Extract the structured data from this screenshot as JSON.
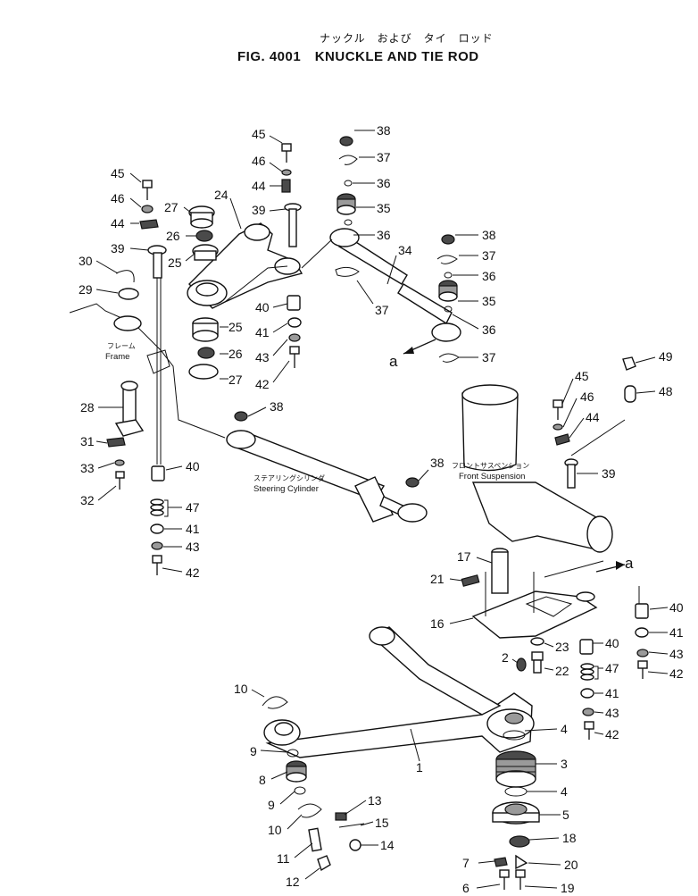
{
  "title": {
    "jp": "ナックル　および　タイ　ロッド",
    "en": "FIG. 4001　KNUCKLE AND TIE ROD"
  },
  "notes": {
    "frame_jp": "フレーム",
    "frame_en": "Frame",
    "cylinder_jp": "ステアリングシリンダ",
    "cylinder_en": "Steering Cylinder",
    "suspension_jp": "フロントサスペンション",
    "suspension_en": "Front Suspension",
    "ref_a": "a"
  },
  "callouts": {
    "n45a": "45",
    "n46a": "46",
    "n44a": "44",
    "n39a": "39",
    "n30": "30",
    "n29": "29",
    "n27a": "27",
    "n26a": "26",
    "n25a": "25",
    "n24": "24",
    "n45b": "45",
    "n46b": "46",
    "n44b": "44",
    "n39b": "39",
    "n40a": "40",
    "n41a": "41",
    "n43a": "43",
    "n42a": "42",
    "n25b": "25",
    "n26b": "26",
    "n27b": "27",
    "n38a": "38",
    "n37a": "37",
    "n36a": "36",
    "n35a": "35",
    "n36b": "36",
    "n34": "34",
    "n37b": "37",
    "n38b": "38",
    "n37c": "37",
    "n36c": "36",
    "n35b": "35",
    "n36d": "36",
    "n37d": "37",
    "n28": "28",
    "n31": "31",
    "n33": "33",
    "n32": "32",
    "n40b": "40",
    "n47a": "47",
    "n41b": "41",
    "n43b": "43",
    "n42b": "42",
    "n38c": "38",
    "n38d": "38",
    "n49": "49",
    "n48": "48",
    "n45c": "45",
    "n46c": "46",
    "n44c": "44",
    "n39c": "39",
    "n17": "17",
    "n21": "21",
    "n16": "16",
    "n23": "23",
    "n2": "2",
    "n22": "22",
    "n40c": "40",
    "n41c": "41",
    "n43c": "43",
    "n42c": "42",
    "n40d": "40",
    "n47b": "47",
    "n41d": "41",
    "n43d": "43",
    "n42d": "42",
    "n10a": "10",
    "n9a": "9",
    "n8": "8",
    "n9b": "9",
    "n10b": "10",
    "n11": "11",
    "n12": "12",
    "n13": "13",
    "n15": "15",
    "n14": "14",
    "n1": "1",
    "n4a": "4",
    "n3": "3",
    "n4b": "4",
    "n5": "5",
    "n18": "18",
    "n7": "7",
    "n20": "20",
    "n6": "6",
    "n19": "19"
  }
}
